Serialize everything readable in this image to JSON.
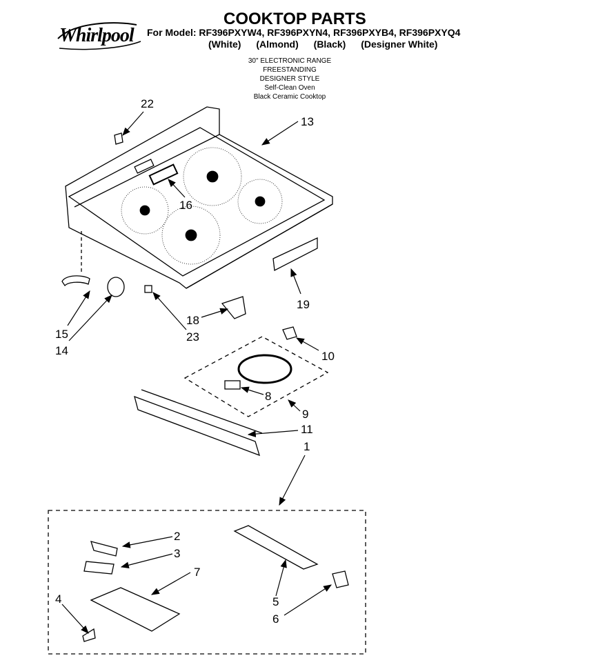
{
  "brand": "Whirlpool",
  "title": "COOKTOP PARTS",
  "model_line": "For Model: RF396PXYW4, RF396PXYN4, RF396PXYB4, RF396PXYQ4",
  "colors": [
    "(White)",
    "(Almond)",
    "(Black)",
    "(Designer White)"
  ],
  "description": [
    "30\" ELECTRONIC RANGE",
    "FREESTANDING",
    "DESIGNER STYLE",
    "Self-Clean Oven",
    "Black Ceramic Cooktop"
  ],
  "callouts": [
    "22",
    "13",
    "16",
    "19",
    "15",
    "14",
    "18",
    "23",
    "10",
    "8",
    "9",
    "11",
    "1",
    "2",
    "3",
    "7",
    "4",
    "5",
    "6"
  ]
}
